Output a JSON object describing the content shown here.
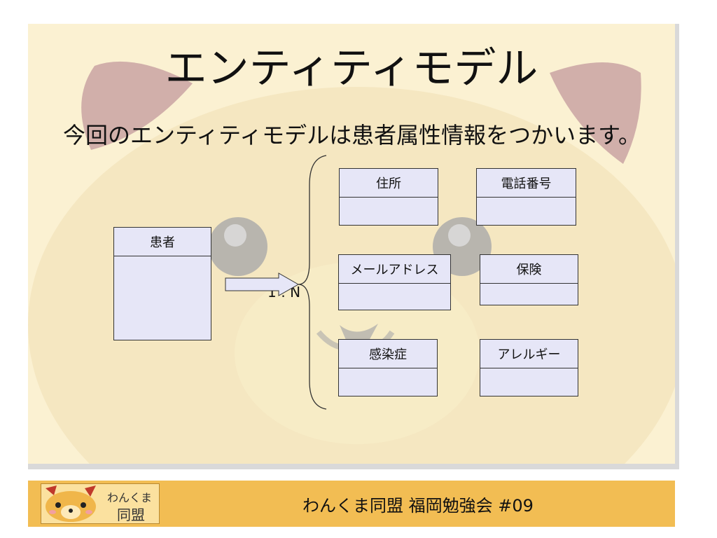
{
  "title": "エンティティモデル",
  "subtitle": "今回のエンティティモデルは患者属性情報をつかいます。",
  "entity_main": {
    "label": "患者"
  },
  "relationship": {
    "label": "1 : N"
  },
  "entities": [
    {
      "label": "住所"
    },
    {
      "label": "電話番号"
    },
    {
      "label": "メールアドレス"
    },
    {
      "label": "保険"
    },
    {
      "label": "感染症"
    },
    {
      "label": "アレルギー"
    }
  ],
  "footer": {
    "text": "わんくま同盟 福岡勉強会 #09",
    "logo_line1": "わんくま",
    "logo_line2": "同盟"
  },
  "colors": {
    "background": "#fbf1d2",
    "entity_fill": "#e6e6f7",
    "footer_band": "#f2bd53"
  }
}
